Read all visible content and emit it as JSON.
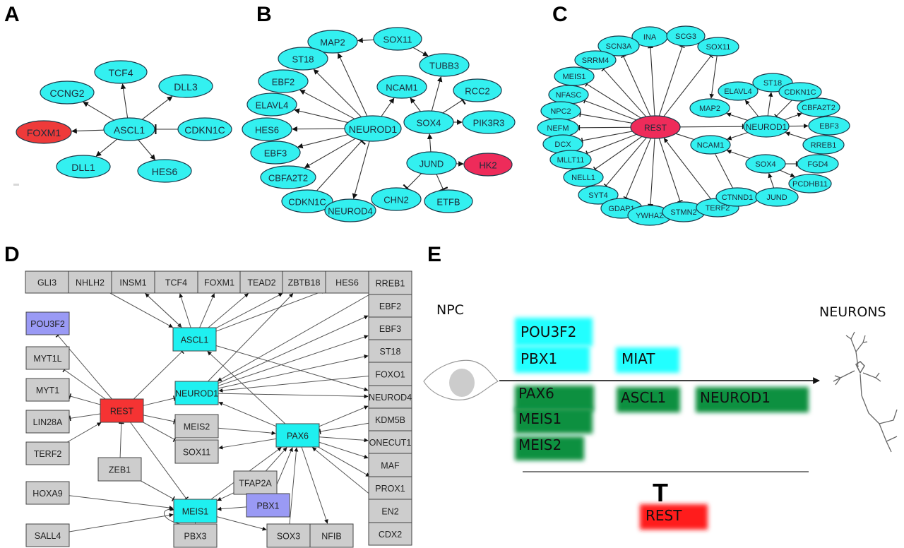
{
  "colors": {
    "target_node": "#33f0f0",
    "highlight_red": "#ee3a3a",
    "highlight_pink": "#ee2b5a",
    "box_gray": "#cdcdcd",
    "box_cyan": "#1ff0f0",
    "box_red": "#f53333",
    "box_purple": "#9a9af5",
    "blur_cyan": "#22ffff",
    "blur_green": "#109040",
    "blur_red": "#ff1a1a"
  },
  "panels": {
    "A": {
      "letter": "A",
      "hub": "ASCL1",
      "nodes": [
        "ASCL1",
        "TCF4",
        "CCNG2",
        "DLL3",
        "FOXM1",
        "CDKN1C",
        "DLL1",
        "HES6"
      ],
      "red_nodes": [
        "FOXM1"
      ],
      "edges": [
        {
          "from": "ASCL1",
          "to": "TCF4",
          "type": "activate"
        },
        {
          "from": "ASCL1",
          "to": "CCNG2",
          "type": "activate"
        },
        {
          "from": "ASCL1",
          "to": "DLL3",
          "type": "activate"
        },
        {
          "from": "ASCL1",
          "to": "FOXM1",
          "type": "activate"
        },
        {
          "from": "CDKN1C",
          "to": "ASCL1",
          "type": "inhibit"
        },
        {
          "from": "ASCL1",
          "to": "DLL1",
          "type": "activate"
        },
        {
          "from": "ASCL1",
          "to": "HES6",
          "type": "activate"
        }
      ]
    },
    "B": {
      "letter": "B",
      "nodes": [
        "MAP2",
        "SOX11",
        "ST18",
        "TUBB3",
        "EBF2",
        "NCAM1",
        "RCC2",
        "ELAVL4",
        "HES6",
        "NEUROD1",
        "SOX4",
        "PIK3R3",
        "EBF3",
        "JUND",
        "HK2",
        "CBFA2T2",
        "CHN2",
        "ETFB",
        "CDKN1C",
        "NEUROD4"
      ],
      "red_nodes": [
        "HK2"
      ],
      "edges": [
        {
          "from": "NEUROD1",
          "to": "MAP2",
          "type": "activate"
        },
        {
          "from": "NEUROD1",
          "to": "ST18",
          "type": "activate"
        },
        {
          "from": "NEUROD1",
          "to": "EBF2",
          "type": "activate"
        },
        {
          "from": "NEUROD1",
          "to": "ELAVL4",
          "type": "activate"
        },
        {
          "from": "NEUROD1",
          "to": "HES6",
          "type": "activate"
        },
        {
          "from": "NEUROD1",
          "to": "EBF3",
          "type": "activate"
        },
        {
          "from": "NEUROD1",
          "to": "CBFA2T2",
          "type": "activate"
        },
        {
          "from": "CDKN1C",
          "to": "NEUROD1",
          "type": "inhibit"
        },
        {
          "from": "NEUROD1",
          "to": "NEUROD4",
          "type": "activate"
        },
        {
          "from": "NEUROD1",
          "to": "NCAM1",
          "type": "activate"
        },
        {
          "from": "SOX11",
          "to": "MAP2",
          "type": "activate"
        },
        {
          "from": "SOX11",
          "to": "TUBB3",
          "type": "activate"
        },
        {
          "from": "SOX4",
          "to": "TUBB3",
          "type": "activate"
        },
        {
          "from": "SOX4",
          "to": "NCAM1",
          "type": "activate"
        },
        {
          "from": "SOX4",
          "to": "RCC2",
          "type": "inhibit"
        },
        {
          "from": "SOX4",
          "to": "PIK3R3",
          "type": "activate"
        },
        {
          "from": "JUND",
          "to": "SOX4",
          "type": "activate"
        },
        {
          "from": "JUND",
          "to": "HK2",
          "type": "activate"
        },
        {
          "from": "JUND",
          "to": "CHN2",
          "type": "inhibit"
        },
        {
          "from": "JUND",
          "to": "ETFB",
          "type": "inhibit"
        }
      ]
    },
    "C": {
      "letter": "C",
      "nodes": [
        "INA",
        "SCG3",
        "SCN3A",
        "SOX11",
        "SRRM4",
        "MEIS1",
        "NFASC",
        "NPC2",
        "NEFM",
        "DCX",
        "MLLT11",
        "NELL1",
        "SYT4",
        "GDAP1",
        "YWHAZ",
        "STMN2",
        "TERF2",
        "CTNND1",
        "JUND",
        "REST",
        "MAP2",
        "NCAM1",
        "ELAVL4",
        "ST18",
        "CDKN1C",
        "CBFA2T2",
        "NEUROD1",
        "EBF3",
        "RREB1",
        "SOX4",
        "FGD4",
        "PCDHB11"
      ],
      "red_nodes": [
        "REST"
      ],
      "edges": [
        {
          "from": "REST",
          "to": "INA",
          "type": "inhibit"
        },
        {
          "from": "REST",
          "to": "SCG3",
          "type": "inhibit"
        },
        {
          "from": "REST",
          "to": "SCN3A",
          "type": "inhibit"
        },
        {
          "from": "REST",
          "to": "SOX11",
          "type": "inhibit"
        },
        {
          "from": "REST",
          "to": "SRRM4",
          "type": "inhibit"
        },
        {
          "from": "REST",
          "to": "MEIS1",
          "type": "inhibit"
        },
        {
          "from": "REST",
          "to": "NFASC",
          "type": "inhibit"
        },
        {
          "from": "REST",
          "to": "NPC2",
          "type": "inhibit"
        },
        {
          "from": "REST",
          "to": "NEFM",
          "type": "inhibit"
        },
        {
          "from": "REST",
          "to": "DCX",
          "type": "inhibit"
        },
        {
          "from": "REST",
          "to": "MLLT11",
          "type": "inhibit"
        },
        {
          "from": "REST",
          "to": "NELL1",
          "type": "inhibit"
        },
        {
          "from": "REST",
          "to": "SYT4",
          "type": "inhibit"
        },
        {
          "from": "REST",
          "to": "GDAP1",
          "type": "inhibit"
        },
        {
          "from": "REST",
          "to": "YWHAZ",
          "type": "inhibit"
        },
        {
          "from": "REST",
          "to": "STMN2",
          "type": "inhibit"
        },
        {
          "from": "TERF2",
          "to": "REST",
          "type": "activate"
        },
        {
          "from": "REST",
          "to": "NCAM1",
          "type": "none"
        },
        {
          "from": "REST",
          "to": "NEUROD1",
          "type": "inhibit"
        },
        {
          "from": "SOX11",
          "to": "MAP2",
          "type": "activate"
        },
        {
          "from": "NEUROD1",
          "to": "MAP2",
          "type": "activate"
        },
        {
          "from": "NEUROD1",
          "to": "ELAVL4",
          "type": "activate"
        },
        {
          "from": "NEUROD1",
          "to": "ST18",
          "type": "activate"
        },
        {
          "from": "CDKN1C",
          "to": "NEUROD1",
          "type": "inhibit"
        },
        {
          "from": "NEUROD1",
          "to": "CBFA2T2",
          "type": "activate"
        },
        {
          "from": "NEUROD1",
          "to": "EBF3",
          "type": "activate"
        },
        {
          "from": "RREB1",
          "to": "NEUROD1",
          "type": "activate"
        },
        {
          "from": "NEUROD1",
          "to": "NCAM1",
          "type": "activate"
        },
        {
          "from": "SOX4",
          "to": "NCAM1",
          "type": "activate"
        },
        {
          "from": "SOX4",
          "to": "FGD4",
          "type": "inhibit"
        },
        {
          "from": "SOX4",
          "to": "PCDHB11",
          "type": "activate"
        },
        {
          "from": "JUND",
          "to": "SOX4",
          "type": "activate"
        },
        {
          "from": "CTNND1",
          "to": "NCAM1",
          "type": "none"
        }
      ]
    },
    "D": {
      "letter": "D",
      "nodes": [
        "GLI3",
        "NHLH2",
        "INSM1",
        "TCF4",
        "FOXM1",
        "TEAD2",
        "ZBTB18",
        "HES6",
        "RREB1",
        "EBF2",
        "EBF3",
        "ST18",
        "FOXO1",
        "NEUROD4",
        "KDM5B",
        "ONECUT1",
        "MAF",
        "PROX1",
        "EN2",
        "CDX2",
        "POU3F2",
        "MYT1L",
        "MYT1",
        "LIN28A",
        "TERF2",
        "HOXA9",
        "SALL4",
        "ASCL1",
        "NEUROD1",
        "REST",
        "MEIS2",
        "SOX11",
        "PAX6",
        "ZEB1",
        "TFAP2A",
        "PBX1",
        "MEIS1",
        "PBX3",
        "SOX3",
        "NFIB"
      ],
      "cyan_nodes": [
        "ASCL1",
        "NEUROD1",
        "PAX6",
        "MEIS1"
      ],
      "red_nodes": [
        "REST"
      ],
      "purple_nodes": [
        "POU3F2",
        "PBX1"
      ],
      "edges": [
        {
          "from": "NHLH2",
          "to": "ASCL1",
          "type": "activate"
        },
        {
          "from": "INSM1",
          "to": "ASCL1",
          "type": "activate"
        },
        {
          "from": "ASCL1",
          "to": "INSM1",
          "type": "activate"
        },
        {
          "from": "ASCL1",
          "to": "TCF4",
          "type": "activate"
        },
        {
          "from": "ASCL1",
          "to": "FOXM1",
          "type": "activate"
        },
        {
          "from": "ASCL1",
          "to": "TEAD2",
          "type": "activate"
        },
        {
          "from": "ASCL1",
          "to": "ZBTB18",
          "type": "activate"
        },
        {
          "from": "ASCL1",
          "to": "HES6",
          "type": "activate"
        },
        {
          "from": "ASCL1",
          "to": "NEUROD4",
          "type": "activate"
        },
        {
          "from": "REST",
          "to": "POU3F2",
          "type": "inhibit"
        },
        {
          "from": "REST",
          "to": "MYT1L",
          "type": "inhibit"
        },
        {
          "from": "REST",
          "to": "MYT1",
          "type": "inhibit"
        },
        {
          "from": "REST",
          "to": "LIN28A",
          "type": "inhibit"
        },
        {
          "from": "TERF2",
          "to": "REST",
          "type": "activate"
        },
        {
          "from": "ZEB1",
          "to": "REST",
          "type": "inhibit"
        },
        {
          "from": "REST",
          "to": "ASCL1",
          "type": "inhibit"
        },
        {
          "from": "REST",
          "to": "NEUROD1",
          "type": "inhibit"
        },
        {
          "from": "REST",
          "to": "MEIS2",
          "type": "inhibit"
        },
        {
          "from": "REST",
          "to": "SOX11",
          "type": "inhibit"
        },
        {
          "from": "REST",
          "to": "MEIS1",
          "type": "inhibit"
        },
        {
          "from": "NEUROD1",
          "to": "ZBTB18",
          "type": "activate"
        },
        {
          "from": "NEUROD1",
          "to": "EBF2",
          "type": "activate"
        },
        {
          "from": "NEUROD1",
          "to": "EBF3",
          "type": "activate"
        },
        {
          "from": "NEUROD1",
          "to": "ST18",
          "type": "activate"
        },
        {
          "from": "NEUROD1",
          "to": "NEUROD4",
          "type": "activate"
        },
        {
          "from": "RREB1",
          "to": "NEUROD1",
          "type": "activate"
        },
        {
          "from": "FOXO1",
          "to": "NEUROD1",
          "type": "activate"
        },
        {
          "from": "PAX6",
          "to": "NEUROD1",
          "type": "activate"
        },
        {
          "from": "PAX6",
          "to": "ASCL1",
          "type": "activate"
        },
        {
          "from": "MEIS2",
          "to": "PAX6",
          "type": "activate"
        },
        {
          "from": "PAX6",
          "to": "SOX11",
          "type": "activate"
        },
        {
          "from": "PAX6",
          "to": "NEUROD4",
          "type": "activate"
        },
        {
          "from": "KDM5B",
          "to": "PAX6",
          "type": "inhibit"
        },
        {
          "from": "PAX6",
          "to": "ONECUT1",
          "type": "activate"
        },
        {
          "from": "PAX6",
          "to": "MAF",
          "type": "activate"
        },
        {
          "from": "PAX6",
          "to": "PROX1",
          "type": "activate"
        },
        {
          "from": "EN2",
          "to": "PAX6",
          "type": "activate"
        },
        {
          "from": "PAX6",
          "to": "NFIB",
          "type": "activate"
        },
        {
          "from": "SOX3",
          "to": "PAX6",
          "type": "activate"
        },
        {
          "from": "TFAP2A",
          "to": "PAX6",
          "type": "activate"
        },
        {
          "from": "PBX1",
          "to": "PAX6",
          "type": "activate"
        },
        {
          "from": "MEIS1",
          "to": "PAX6",
          "type": "activate"
        },
        {
          "from": "TFAP2A",
          "to": "MEIS1",
          "type": "activate"
        },
        {
          "from": "PBX1",
          "to": "MEIS1",
          "type": "activate"
        },
        {
          "from": "MEIS1",
          "to": "SOX3",
          "type": "activate"
        },
        {
          "from": "HOXA9",
          "to": "MEIS1",
          "type": "activate"
        },
        {
          "from": "SALL4",
          "to": "MEIS1",
          "type": "activate"
        },
        {
          "from": "ZEB1",
          "to": "MEIS1",
          "type": "inhibit"
        },
        {
          "from": "MEIS1",
          "to": "PBX3",
          "type": "activate"
        },
        {
          "from": "PBX3",
          "to": "MEIS1",
          "type": "activate"
        }
      ]
    },
    "E": {
      "letter": "E",
      "start_label": "NPC",
      "end_label": "NEURONS",
      "upper_cyan": [
        "POU3F2",
        "PBX1",
        "MIAT"
      ],
      "lower_green": [
        "PAX6",
        "MEIS1",
        "MEIS2",
        "ASCL1",
        "NEUROD1"
      ],
      "repressor": "REST",
      "inhibit_symbol": "T"
    }
  }
}
